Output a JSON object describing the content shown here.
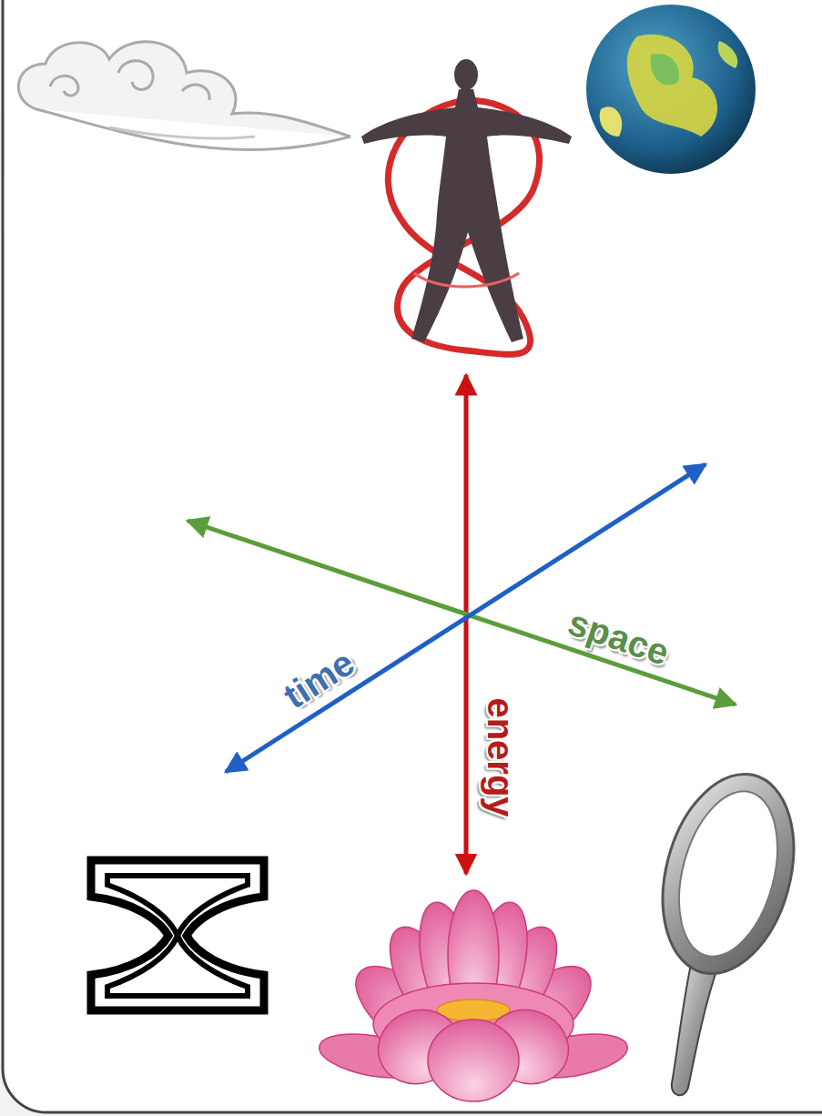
{
  "diagram": {
    "labels": [
      "time",
      "space",
      "energy"
    ]
  }
}
